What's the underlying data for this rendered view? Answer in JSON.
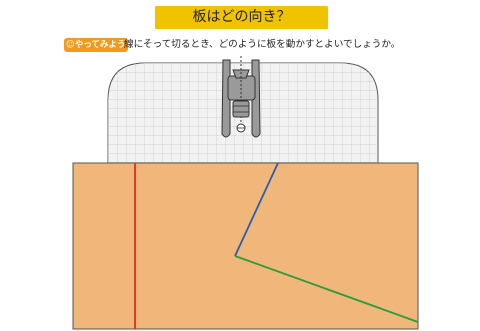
{
  "title": "板はどの向き？",
  "try_badge": "☺やってみよう",
  "instruction": "線にそって切るとき、どのように板を動かすとよいでしょうか。",
  "colors": {
    "banner": "#f0c300",
    "badge": "#f39a1c",
    "table": "#f2f2f2",
    "grid": "#c8c8c8",
    "board": "#f0b67a",
    "red_line": "#e8281e",
    "blue_line": "#2a5db0",
    "green_line": "#2a9c3a",
    "blade_guide": "#9a9a9a"
  },
  "icons": [
    "saw-blade-guide-icon"
  ]
}
